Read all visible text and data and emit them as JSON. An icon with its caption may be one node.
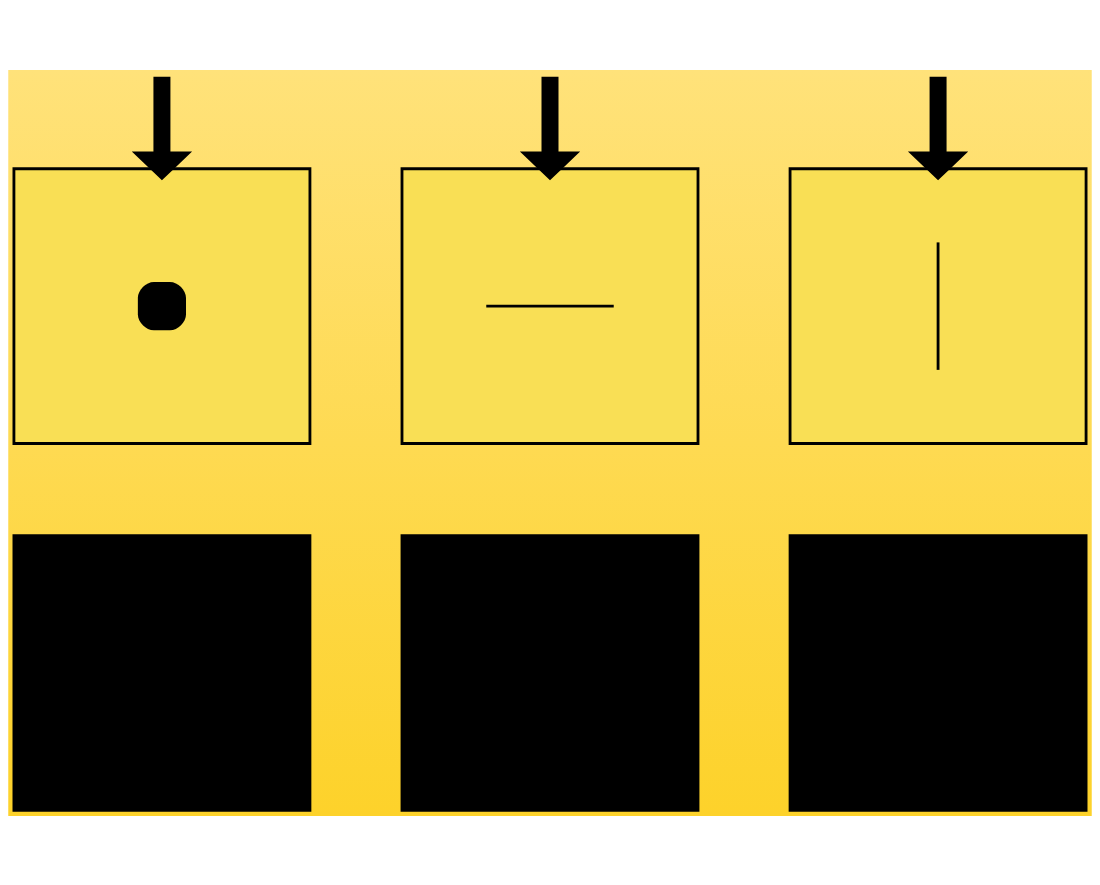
{
  "diagram": {
    "nodes": [
      {
        "text": [],
        "shape": "box"
      },
      {
        "text": [],
        "shape": "box"
      },
      {
        "text": [],
        "shape": "box"
      },
      {
        "text": [],
        "shape": "box"
      },
      {
        "text": [],
        "shape": "box"
      },
      {
        "text": [],
        "shape": "box"
      }
    ],
    "edges": [
      {
        "from": null,
        "to": 0,
        "arrow": "to"
      },
      {
        "from": null,
        "to": 1,
        "arrow": "to"
      },
      {
        "from": null,
        "to": 2,
        "arrow": "to"
      }
    ]
  }
}
